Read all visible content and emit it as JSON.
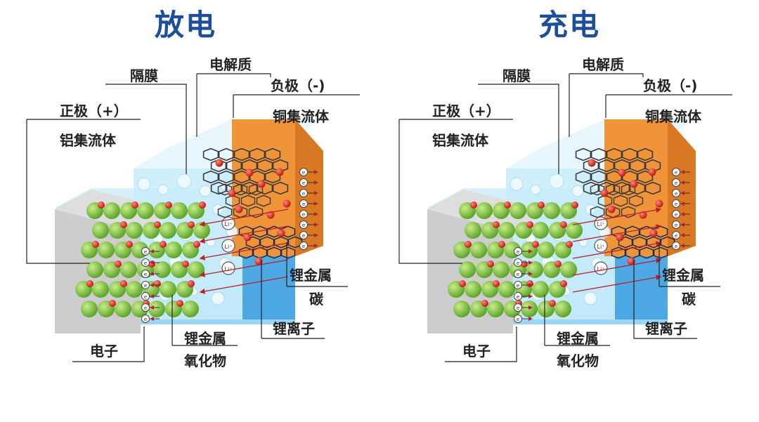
{
  "panels": [
    {
      "title": "放电",
      "labels": {
        "separator": "隔膜",
        "electrolyte": "电解质",
        "negative": "负极（-)",
        "copper_collector": "铜集流体",
        "positive": "正极（+）",
        "aluminum_collector": "铝集流体",
        "lithium_metal_carbon_1": "锂金属",
        "lithium_metal_carbon_2": "碳",
        "lithium_ion": "锂离子",
        "electron": "电子",
        "lithium_metal_oxide_1": "锂金属",
        "lithium_metal_oxide_2": "氧化物"
      },
      "ion_symbol": "Li⁺",
      "electron_symbol": "e"
    },
    {
      "title": "充电",
      "labels": {
        "separator": "隔膜",
        "electrolyte": "电解质",
        "negative": "负极（-)",
        "copper_collector": "铜集流体",
        "positive": "正极（+）",
        "aluminum_collector": "铝集流体",
        "lithium_metal_carbon_1": "锂金属",
        "lithium_metal_carbon_2": "碳",
        "lithium_ion": "锂离子",
        "electron": "电子",
        "lithium_metal_oxide_1": "锂金属",
        "lithium_metal_oxide_2": "氧化物"
      },
      "ion_symbol": "Li⁺",
      "electron_symbol": "e"
    }
  ],
  "colors": {
    "title": "#1c4e9a",
    "aluminum": "#c9c9c9",
    "electrolyte": "#bfe6f6",
    "electrolyte_dark": "#3d9fe0",
    "copper": "#f0943a",
    "cathode_particle": "#7cc243",
    "lithium": "#e0261b",
    "graphite": "#3a3a3a"
  }
}
